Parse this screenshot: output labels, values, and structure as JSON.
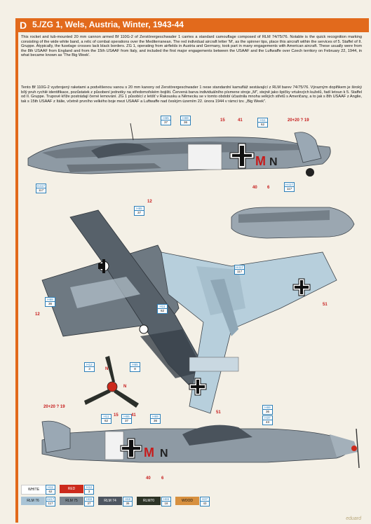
{
  "header": {
    "letter": "D",
    "title": "5./ZG 1, Wels, Austria, Winter, 1943-44"
  },
  "text_en": "This rocket and tub-mounted 20 mm cannon armed Bf 110G-2 of Zerstörergeschwader 1 carries a standard camouflage composed of RLM 74/75/76. Notable is the quick recognition marking consisting of the wide white band, a relic of combat operations over the Mediterranean. The red individual aircraft letter 'M', as the spinner tips, place this aircraft within the services of 5. Staffel of II. Gruppe. Atypically, the fuselage crosses lack black borders. ZG 1, operating from airfields in Austria and Germany, took part in many engagements with American aircraft. These usually were from the 8th USAAF from England and from the 15th USAAF from Italy, and included the first major engagements between the USAAF and the Luftwaffe over Czech territory on February 22, 1944, in what became known as 'The Big Week'.",
  "text_cz": "Tento Bf 110G-2 vyzbrojený raketami a podvěšenou vanou s 20 mm kanony od Zerstörergeschwader 1 nese standardní kamufláž sestávající z RLM barev 74/75/76. Výrazným doplňkem je široký bílý pruh rychlé identifikace, pozůstatek z působení jednotky na středomořském bojišti. Červená barva individuálního písmene stroje „M\", stejně jako špičky vrtulových kuželů, řadí letoun k 5. Staffel od II. Gruppe. Trupové kříže postrádají černé lemování. ZG 1 působící z letišť v Rakousku a Německu se v tomto období účastnila mnoha velkých střetů s Američany, a to jak s 8th USAAF z Anglie, tak s 15th USAAF z Itálie, včetně prvního velkého boje mezi USAAF a Luftwaffe nad českým územím 22. února 1944 v rámci tzv. „Big Week\".",
  "callouts": [
    {
      "id": "c1",
      "top": "H65",
      "bottom": "37"
    },
    {
      "id": "c2",
      "top": "H69",
      "bottom": "36"
    },
    {
      "id": "c3",
      "top": "H11",
      "bottom": "62"
    },
    {
      "id": "c4",
      "top": "H417",
      "bottom": "117"
    },
    {
      "id": "c5",
      "top": "H417",
      "bottom": "117"
    },
    {
      "id": "c6",
      "top": "H65",
      "bottom": "37"
    },
    {
      "id": "c7",
      "top": "H69",
      "bottom": "36"
    },
    {
      "id": "c8",
      "top": "H417",
      "bottom": "117"
    },
    {
      "id": "c9",
      "top": "H11",
      "bottom": "62"
    },
    {
      "id": "c10",
      "top": "H12",
      "bottom": "3"
    },
    {
      "id": "c11",
      "top": "H65",
      "bottom": "8"
    },
    {
      "id": "c12",
      "top": "H11",
      "bottom": "62"
    },
    {
      "id": "c13",
      "top": "H65",
      "bottom": "37"
    },
    {
      "id": "c14",
      "top": "H69",
      "bottom": "36"
    },
    {
      "id": "c15",
      "top": "H69",
      "bottom": "36"
    },
    {
      "id": "c16",
      "top": "H37",
      "bottom": "43"
    }
  ],
  "numbers": {
    "n15a": "15",
    "n41a": "41",
    "n20a": "20+20 ? 19",
    "n40a": "40",
    "n6a": "6",
    "n12a": "12",
    "n12b": "12",
    "n51a": "51",
    "n51b": "51",
    "nNa": "N",
    "nNb": "N",
    "n20b": "20+20 ? 19",
    "n15b": "15",
    "n41b": "41",
    "n40b": "40",
    "n6b": "6"
  },
  "legend": [
    {
      "label": "WHITE",
      "color": "#ffffff",
      "text_color": "#111111",
      "code_top": "H11",
      "code_bottom": "62"
    },
    {
      "label": "RED",
      "color": "#cc2a1c",
      "text_color": "#ffffff",
      "code_top": "H12",
      "code_bottom": "3"
    },
    {
      "label": "RLM 76",
      "color": "#a9c4d6",
      "text_color": "#111111",
      "code_top": "H417",
      "code_bottom": "117"
    },
    {
      "label": "RLM 75",
      "color": "#7a8690",
      "text_color": "#111111",
      "code_top": "H69",
      "code_bottom": "37"
    },
    {
      "label": "RLM 74",
      "color": "#4d5560",
      "text_color": "#ffffff",
      "code_top": "H68",
      "code_bottom": "36"
    },
    {
      "label": "RLM70",
      "color": "#2c3326",
      "text_color": "#ffffff",
      "code_top": "H65",
      "code_bottom": "18"
    },
    {
      "label": "WOOD",
      "color": "#d7903f",
      "text_color": "#111111",
      "code_top": "H37",
      "code_bottom": "43"
    }
  ],
  "brand": "eduard",
  "colors": {
    "accent": "#e26a1c",
    "callout": "#2c7fb8",
    "marking_red": "#c61b1b"
  }
}
